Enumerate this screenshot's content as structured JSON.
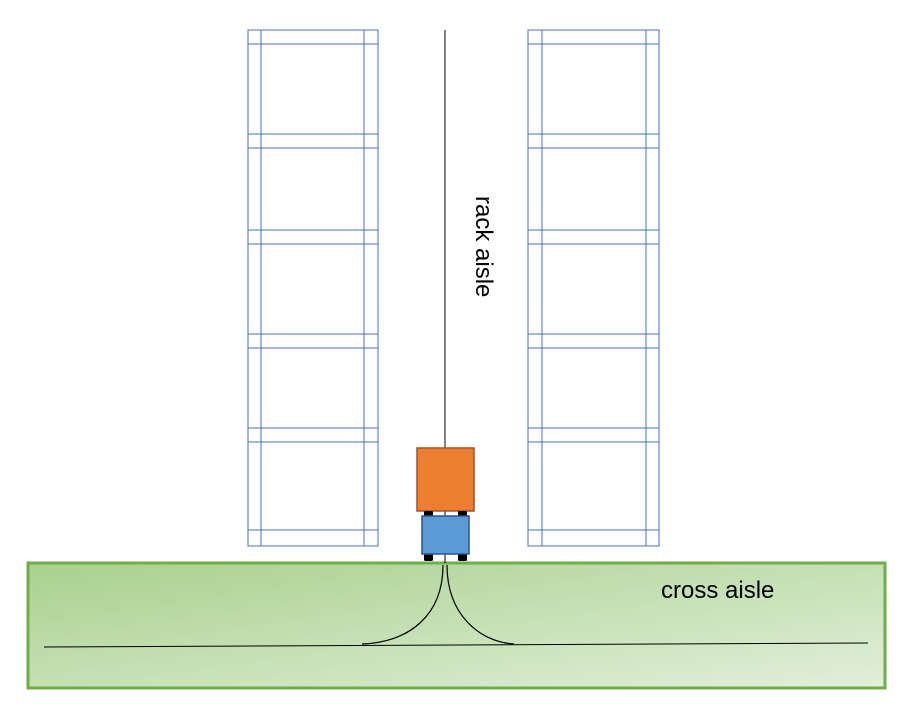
{
  "labels": {
    "rack_aisle": "rack aisle",
    "cross_aisle": "cross aisle"
  },
  "colors": {
    "rack_line": "#4472C4",
    "cross_aisle_fill_left": "#A9D18E",
    "cross_aisle_fill_right": "#E2EFDA",
    "cross_aisle_border": "#70AD47",
    "forklift_load": "#ED7D31",
    "forklift_load_border": "#A0522D",
    "forklift_body": "#5B9BD5",
    "forklift_body_border": "#2F528F",
    "wheel": "#000000",
    "path_line": "#000000"
  },
  "racks": {
    "count": 2,
    "bays_per_rack": 5
  }
}
